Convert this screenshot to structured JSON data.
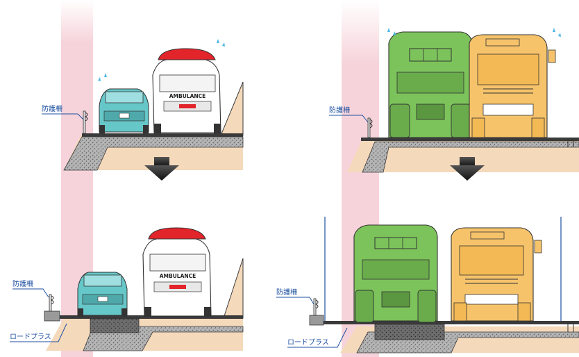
{
  "colors": {
    "guide_band": "#f6d3da",
    "ground": "#f5d9bb",
    "gravel": "#8c8c8c",
    "road": "#3a3a3a",
    "car": "#66c7c9",
    "truck_green": "#7cc35b",
    "truck_orange": "#f6c36b",
    "ambulance_light": "#e2242b",
    "label_line": "#1c4fa0",
    "arrow": "#2b2b2b",
    "sweat": "#4fb7e3"
  },
  "labels": {
    "guardrail": "防護柵",
    "roadplus": "ロードプラス"
  },
  "vehicles": {
    "ambulance_text": "AMBULANCE"
  },
  "panels": [
    {
      "id": "top-left",
      "state": "before",
      "vehicles": [
        "car",
        "ambulance"
      ]
    },
    {
      "id": "bottom-left",
      "state": "after",
      "vehicles": [
        "car",
        "ambulance"
      ]
    },
    {
      "id": "top-right",
      "state": "before",
      "vehicles": [
        "green-truck",
        "orange-truck"
      ]
    },
    {
      "id": "bottom-right",
      "state": "after",
      "vehicles": [
        "green-truck",
        "orange-truck"
      ]
    }
  ],
  "icons": [
    "down-arrow-icon",
    "guardrail-post-icon",
    "sweat-drop-icon"
  ]
}
